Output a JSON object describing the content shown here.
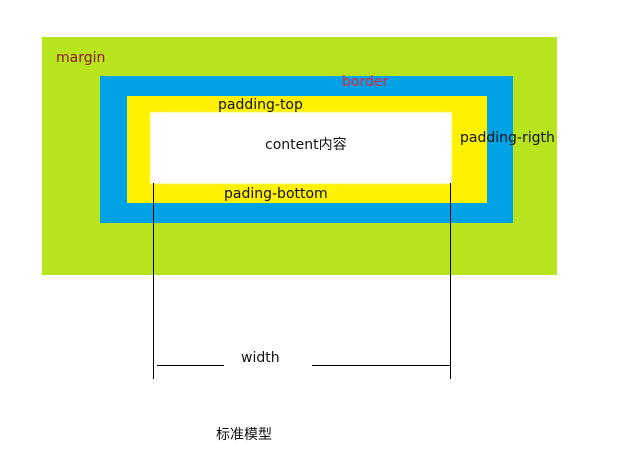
{
  "labels": {
    "margin": "margin",
    "border": "border",
    "padding_top": "padding-top",
    "padding_right": "padding-rigth",
    "padding_bottom": "pading-bottom",
    "content": "content内容",
    "width": "width",
    "caption": "标准模型"
  },
  "colors": {
    "margin": "#b7e41c",
    "border": "#00a2e6",
    "padding": "#fff200",
    "content": "#ffffff",
    "margin_text": "#8b1a1a",
    "border_text": "#e8243c"
  }
}
